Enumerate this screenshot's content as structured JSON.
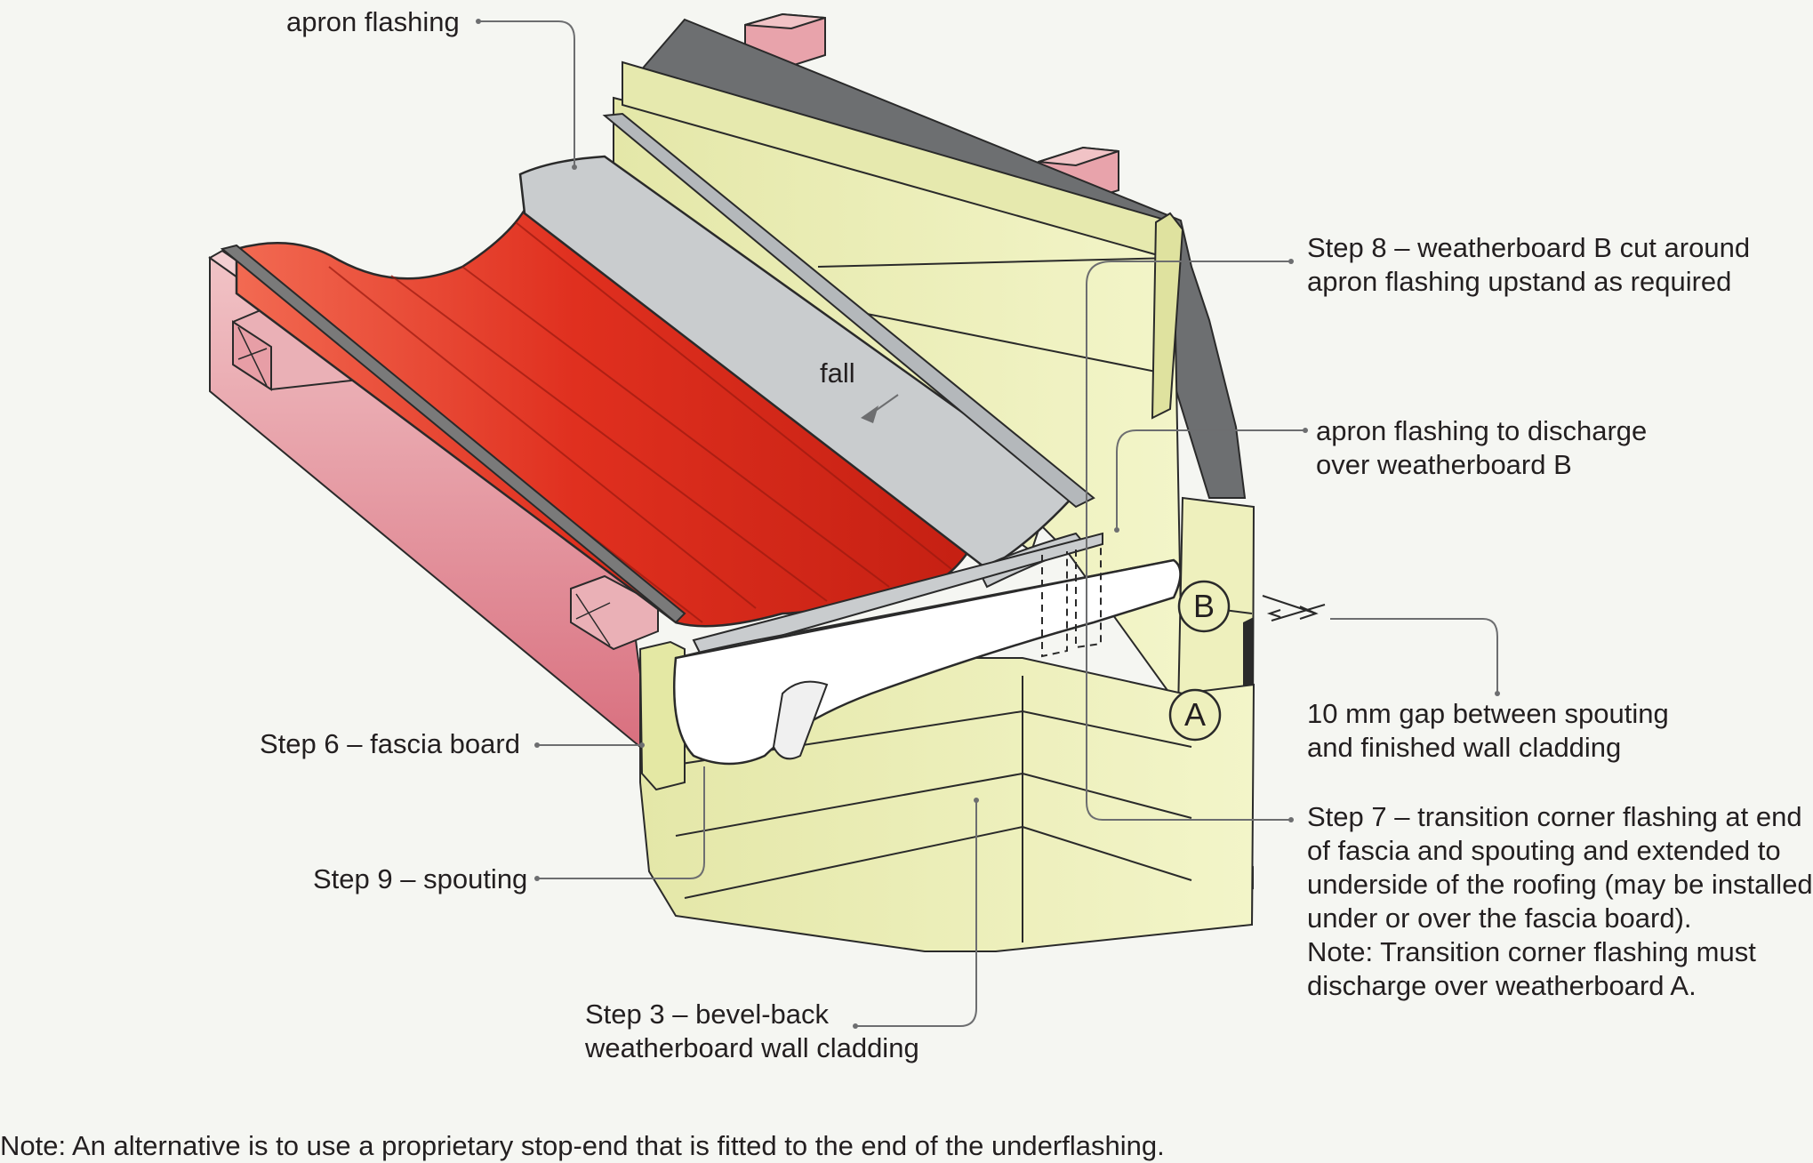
{
  "labels": {
    "apron_flashing": "apron flashing",
    "step8": [
      "Step 8 – weatherboard B cut around",
      "apron flashing upstand as required"
    ],
    "apron_discharge": [
      "apron flashing to discharge",
      "over weatherboard B"
    ],
    "gap": [
      "10 mm gap between spouting",
      "and finished wall cladding"
    ],
    "step7": [
      "Step 7 – transition corner flashing at end",
      "of fascia and spouting and extended to",
      "underside of the roofing (may be installed",
      "under or over the fascia board).",
      "Note: Transition corner flashing must",
      "discharge over weatherboard A."
    ],
    "step6": "Step 6 – fascia board",
    "step9": "Step 9 – spouting",
    "step3": [
      "Step 3 – bevel-back",
      "weatherboard wall cladding"
    ],
    "fall": "fall",
    "marker_a": "A",
    "marker_b": "B"
  },
  "footer_note": "Note: An alternative is to use a proprietary stop-end that is fitted to the end of the underflashing.",
  "colors": {
    "background": "#f5f6f2",
    "roofing_red": "#e0301f",
    "flashing_grey": "#c9ccce",
    "cladding_yellow": "#eef0bd",
    "timber_pink": "#e8a3ab",
    "underlay_grey": "#6d6f71",
    "leader_line": "#6d6e70",
    "batten_green": "#a8bf3a"
  }
}
